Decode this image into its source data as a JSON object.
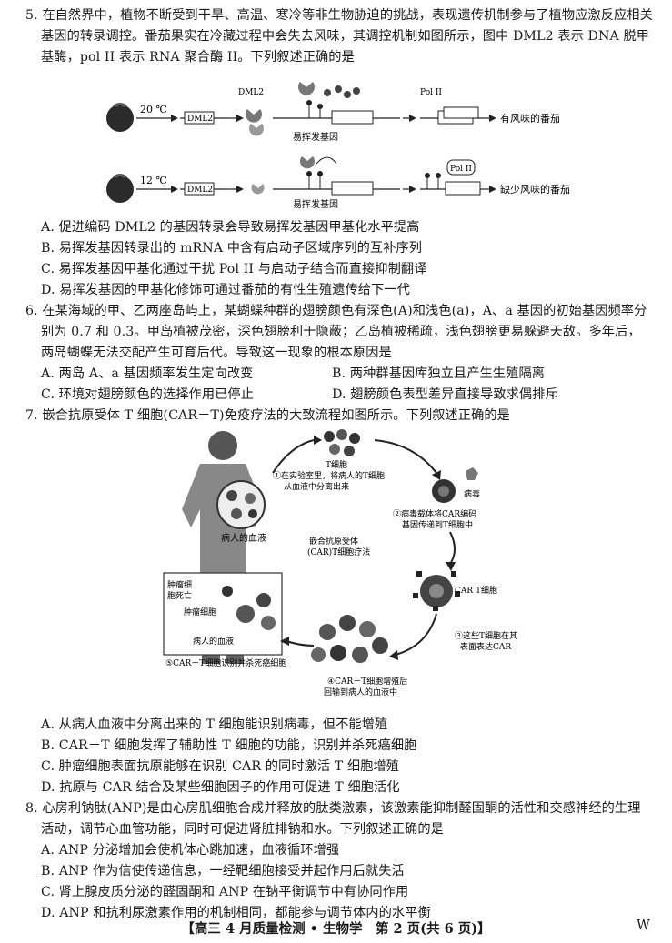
{
  "q5": {
    "stem": "5. 在自然界中，植物不断受到干旱、高温、寒冷等非生物胁迫的挑战，表现遗传机制参与了植物应激反应相关基因的转录调控。番茄果实在冷藏过程中会失去风味，其调控机制如图所示，图中 DML2 表示 DNA 脱甲基酶，pol II 表示 RNA 聚合酶 II。下列叙述正确的是",
    "figure": {
      "temp_top": "20 ℃",
      "temp_bottom": "12 ℃",
      "dml2": "DML2",
      "gene_label": "易挥发基因",
      "polii": "Pol II",
      "result_top": "有风味的番茄",
      "result_bottom": "缺少风味的番茄"
    },
    "options": [
      "A. 促进编码 DML2 的基因转录会导致易挥发基因甲基化水平提高",
      "B. 易挥发基因转录出的 mRNA 中含有启动子区域序列的互补序列",
      "C. 易挥发基因甲基化通过干扰 Pol II 与启动子结合而直接抑制翻译",
      "D. 易挥发基因的甲基化修饰可通过番茄的有性生殖遗传给下一代"
    ]
  },
  "q6": {
    "stem": "6. 在某海域的甲、乙两座岛屿上，某蝴蝶种群的翅膀颜色有深色(A)和浅色(a)，A、a 基因的初始基因频率分别为 0.7 和 0.3。甲岛植被茂密，深色翅膀利于隐蔽；乙岛植被稀疏，浅色翅膀更易躲避天敌。多年后，两岛蝴蝶无法交配产生可育后代。导致这一现象的根本原因是",
    "options": [
      "A. 两岛 A、a 基因频率发生定向改变",
      "B. 两种群基因库独立且产生生殖隔离",
      "C. 环境对翅膀颜色的选择作用已停止",
      "D. 翅膀颜色表型差异直接导致求偶排斥"
    ]
  },
  "q7": {
    "stem": "7. 嵌合抗原受体 T 细胞(CAR－T)免疫疗法的大致流程如图所示。下列叙述正确的是",
    "figure": {
      "t_cell": "T细胞",
      "step1_a": "①在实验室里，将病人的T细胞",
      "step1_b": "从血液中分离出来",
      "virus": "病毒",
      "step2_a": "②病毒载体将CAR编码",
      "step2_b": "基因传递到T细胞中",
      "car_t": "CAR  T细胞",
      "step3_a": "③这些T细胞在其",
      "step3_b": "表面表达CAR",
      "step4_a": "④CAR－T细胞增殖后",
      "step4_b": "回输到病人的血液中",
      "step5": "⑤CAR－T细胞识别并杀死癌细胞",
      "blood": "病人的血液",
      "center_a": "嵌合抗原受体",
      "center_b": "(CAR)T细胞疗法",
      "tumor_dead_a": "肿瘤细",
      "tumor_dead_b": "胞死亡",
      "tumor": "肿瘤细胞",
      "blood_inset": "病人的血液"
    },
    "options": [
      "A. 从病人血液中分离出来的 T 细胞能识别病毒，但不能增殖",
      "B. CAR－T 细胞发挥了辅助性 T 细胞的功能，识别并杀死癌细胞",
      "C. 肿瘤细胞表面抗原能够在识别 CAR 的同时激活 T 细胞增殖",
      "D. 抗原与 CAR 结合及某些细胞因子的作用可促进 T 细胞活化"
    ]
  },
  "q8": {
    "stem": "8. 心房利钠肽(ANP)是由心房肌细胞合成并释放的肽类激素，该激素能抑制醛固酮的活性和交感神经的生理活动，调节心血管功能，同时可促进肾脏排钠和水。下列叙述正确的是",
    "options": [
      "A. ANP 分泌增加会使机体心跳加速，血液循环增强",
      "B. ANP 作为信使传递信息，一经靶细胞接受并起作用后就失活",
      "C. 肾上腺皮质分泌的醛固酮和 ANP 在钠平衡调节中有协同作用",
      "D. ANP 和抗利尿激素作用的机制相同，都能参与调节体内的水平衡"
    ]
  },
  "footer": {
    "text": "【高三 4 月质量检测 • 生物学　第 2 页(共 6 页)】",
    "mark": "W"
  }
}
